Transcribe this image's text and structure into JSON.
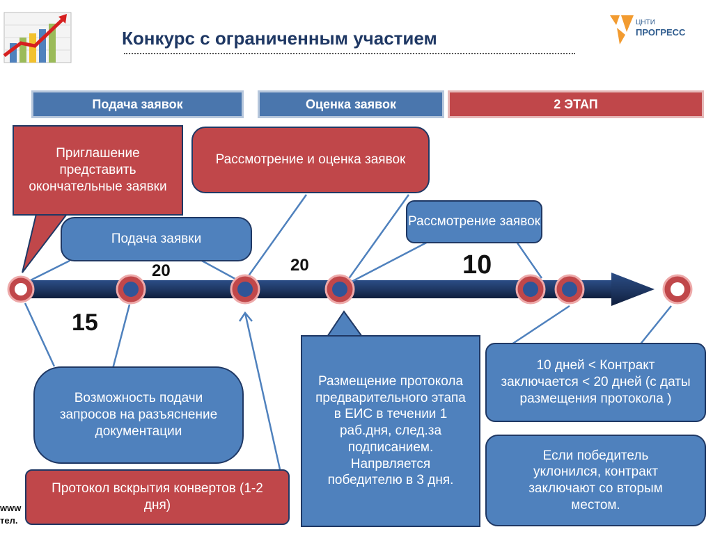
{
  "title": "Конкурс с ограниченным участием",
  "logo": {
    "line1": "ЦНТИ",
    "line2": "ПРОГРЕСС"
  },
  "phases": [
    "Подача заявок",
    "Оценка заявок",
    "2 ЭТАП"
  ],
  "callouts": {
    "invitation": "Приглашение представить окончательные заявки",
    "review_eval": "Рассмотрение и оценка заявок",
    "submission": "Подача заявки",
    "review": "Рассмотрение заявок",
    "clarification": "Возможность подачи запросов на разъяснение документации",
    "protocol_publish": "Размещение протокола предварительного этапа в ЕИС в течении 1 раб.дня, след.за подписанием. Напрвляется победителю в 3 дня.",
    "contract_term": "10 дней < Контракт заключается  < 20 дней (с даты размещения протокола )",
    "winner_evades": "Если победитель уклонился, контракт заключают со вторым местом.",
    "opening_protocol": "Протокол вскрытия конвертов (1-2 дня)"
  },
  "numbers": {
    "n15": "15",
    "n20a": "20",
    "n20b": "20",
    "n10": "10"
  },
  "footer": {
    "line1": "www",
    "line2": "тел."
  },
  "colors": {
    "navy": "#1f3864",
    "red": "#c0474a",
    "blue": "#4f81bd"
  }
}
